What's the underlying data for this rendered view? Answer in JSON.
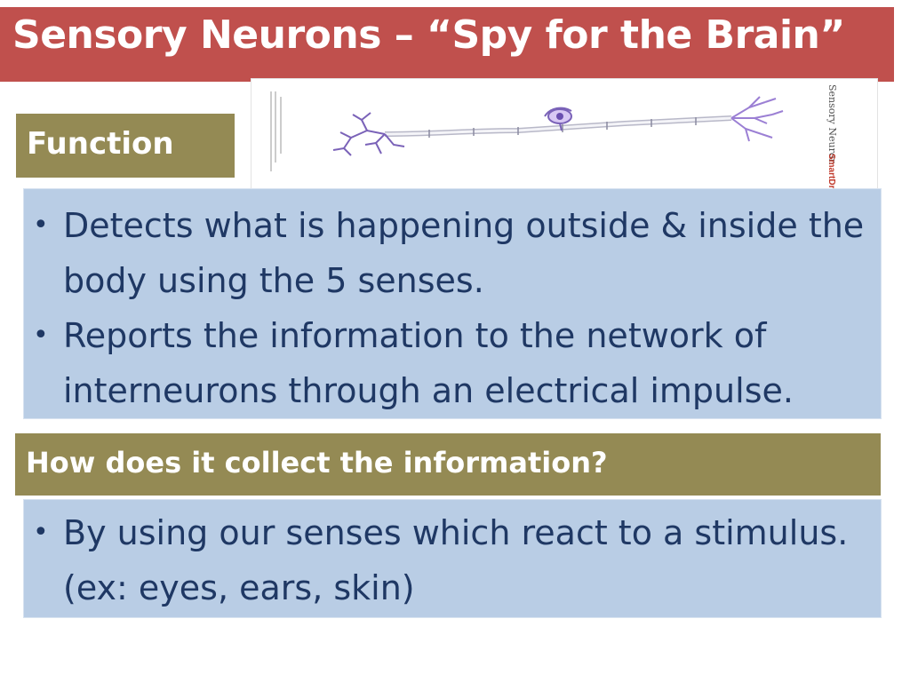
{
  "title": "Sensory Neurons – “Spy for the Brain”",
  "sections": {
    "function": {
      "label": "Function",
      "bullets": [
        "Detects what is happening outside & inside the body using the 5 senses.",
        "Reports the information to the network of interneurons through an electrical impulse."
      ]
    },
    "how": {
      "label": "How does it collect the information?",
      "bullets": [
        "By using our senses which react to a stimulus. (ex: eyes, ears, skin)"
      ]
    }
  },
  "bullet_glyph": "•",
  "figure": {
    "caption": "Sensory Neuron",
    "brand": "SmartDraw"
  },
  "colors": {
    "title_bg": "#c0504d",
    "label_bg": "#948a54",
    "box_bg": "#b9cde5",
    "text": "#1f3864",
    "neuron": "#9b7fd4"
  }
}
